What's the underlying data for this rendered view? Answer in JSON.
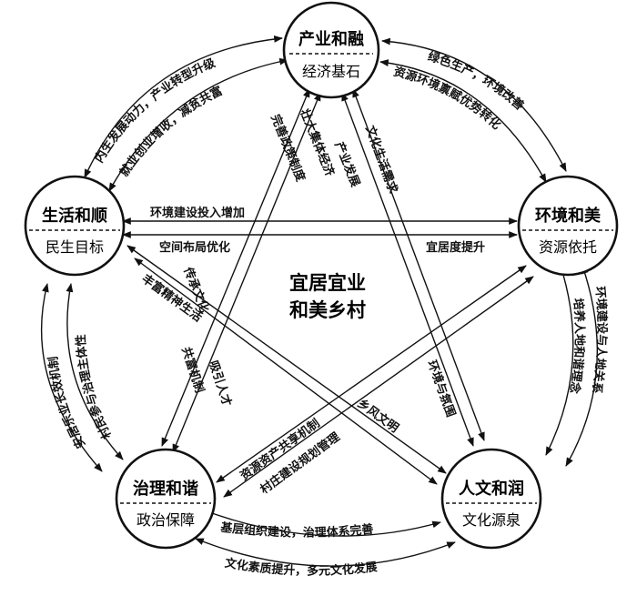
{
  "center": {
    "line1": "宜居宜业",
    "line2": "和美乡村"
  },
  "nodes": {
    "industry": {
      "title": "产业和融",
      "subtitle": "经济基石"
    },
    "environment": {
      "title": "环境和美",
      "subtitle": "资源依托"
    },
    "culture": {
      "title": "人文和润",
      "subtitle": "文化源泉"
    },
    "governance": {
      "title": "治理和谐",
      "subtitle": "政治保障"
    },
    "livelihood": {
      "title": "生活和顺",
      "subtitle": "民生目标"
    }
  },
  "labels": {
    "ind_live_outer": "内生发展动力，产业转型升级",
    "ind_live_inner": "就业创业增收，减贫共富",
    "ind_env_outer": "绿色生产，环境改善",
    "ind_env_inner": "资源环境禀赋优势转化",
    "env_cul_outer": "环境建设与人地关系",
    "env_cul_inner": "培养人地和谐理念",
    "cul_gov_outer": "基层组织建设，治理体系完善",
    "cul_gov_inner": "文化素质提升，多元文化发展",
    "gov_live_outer": "安居乐业长效机制",
    "gov_live_inner": "村民参与治理主体性",
    "live_env_top": "环境建设投入增加",
    "live_env_left": "空间布局优化",
    "live_env_right": "宜居度提升",
    "ind_gov_a": "完善政策制度",
    "ind_gov_b": "壮大集体经济",
    "ind_cul_a": "产业发展",
    "ind_cul_b": "文化生活需求",
    "cul_env": "环境与氛围",
    "live_cul_a": "丰富精神生活",
    "live_cul_b": "乡风文明",
    "gov_env_a": "资源资产共享机制",
    "gov_env_b": "村庄建设规划管理",
    "gov_lower": "共富机制",
    "gov_lower_b": "吸引人才",
    "live_lower": "传承文化"
  }
}
